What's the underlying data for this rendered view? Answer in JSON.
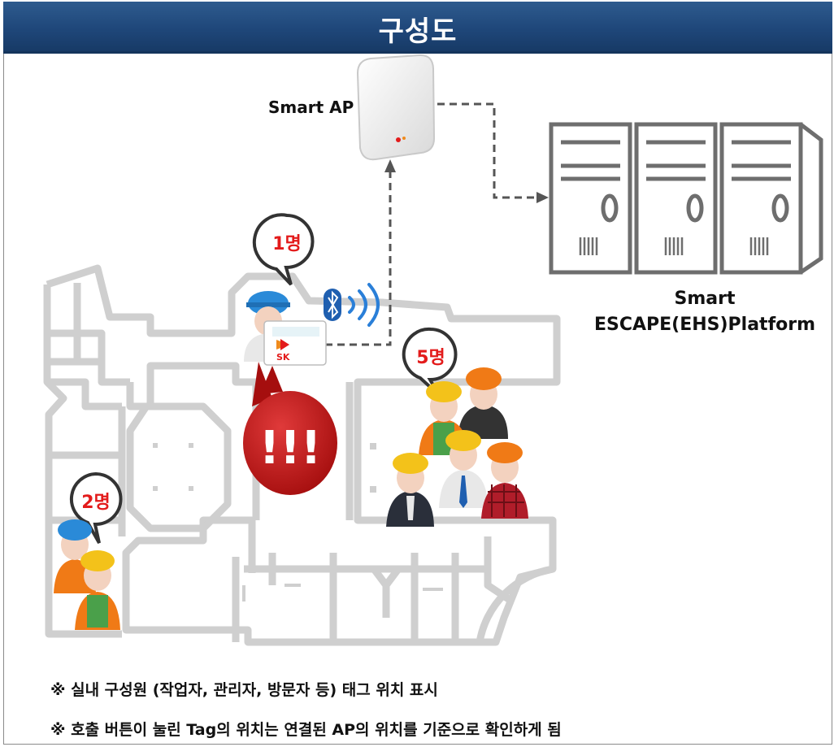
{
  "title": "구성도",
  "smart_ap_label": "Smart AP",
  "platform_label_line1": "Smart",
  "platform_label_line2": "ESCAPE(EHS)Platform",
  "tag_badge_text": "SK",
  "alert_text": "!!!",
  "group_counts": {
    "single": "1명",
    "group_right": "5명",
    "group_left": "2명"
  },
  "notes": [
    "※ 실내 구성원 (작업자, 관리자, 방문자 등) 태그 위치 표시",
    "※ 호출 버튼이 눌린 Tag의 위치는 연결된 AP의 위치를 기준으로 확인하게 됨"
  ],
  "icons": [
    "smart-ap-device",
    "server-rack-icon",
    "bluetooth-icon",
    "signal-wave-icon",
    "worker-icon",
    "tag-card-icon",
    "alert-bubble-icon",
    "floor-plan"
  ],
  "colors": {
    "title_bar": "#1f477a",
    "count_text": "#e31b1b",
    "alert_fill": "#c41414",
    "bluetooth": "#1f5fb0"
  }
}
